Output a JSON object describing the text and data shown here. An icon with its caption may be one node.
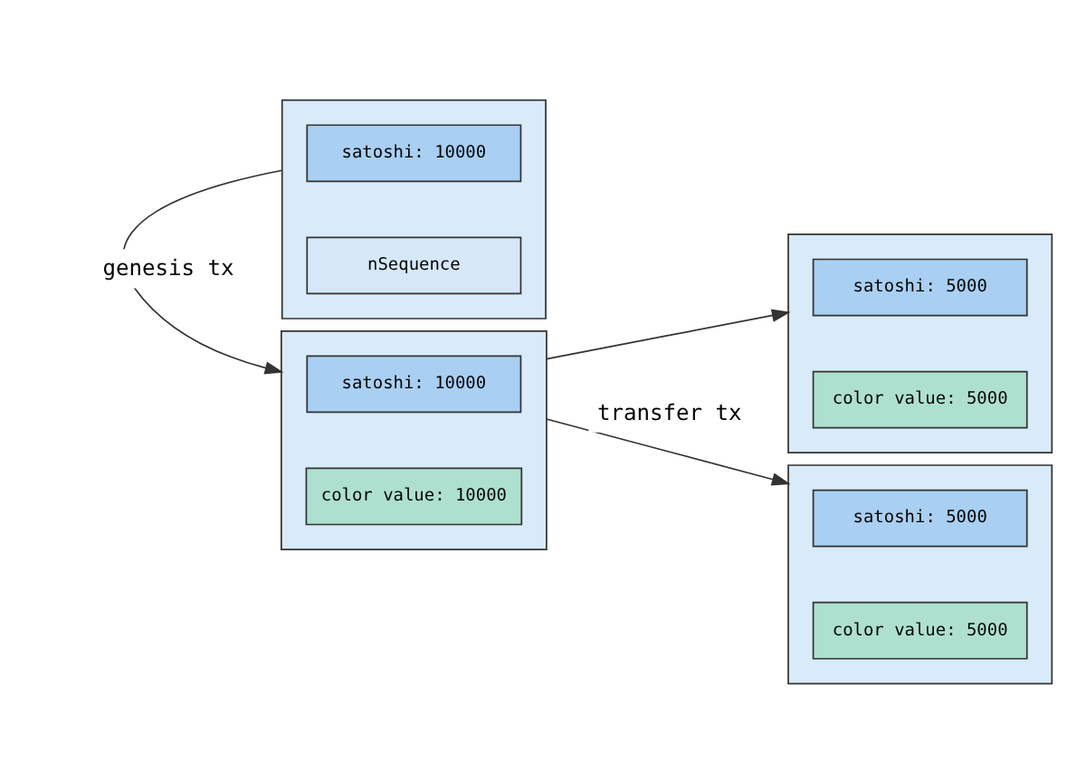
{
  "diagram": {
    "nodes": [
      {
        "text": [],
        "shape": "box"
      },
      {
        "text": [
          "satoshi: 10000"
        ],
        "in": 0
      },
      {
        "text": [
          "nSequence"
        ],
        "in": 0
      },
      {
        "text": [],
        "shape": "box"
      },
      {
        "text": [
          "satoshi: 10000"
        ],
        "in": 3
      },
      {
        "text": [
          "color value: 10000"
        ],
        "in": 3
      },
      {
        "text": [],
        "shape": "box"
      },
      {
        "text": [
          "satoshi: 5000"
        ],
        "in": 6
      },
      {
        "text": [
          "color value: 5000"
        ],
        "in": 6
      },
      {
        "text": [],
        "shape": "box"
      },
      {
        "text": [
          "satoshi: 5000"
        ],
        "in": 9
      },
      {
        "text": [
          "color value: 5000"
        ],
        "in": 9
      }
    ],
    "edges": [
      {
        "from": 0,
        "to": 3,
        "arrow": "to",
        "label": "genesis tx"
      },
      {
        "from": 3,
        "to": 6,
        "arrow": "to",
        "label": "transfer tx"
      },
      {
        "from": 3,
        "to": 9,
        "arrow": "to"
      }
    ]
  }
}
